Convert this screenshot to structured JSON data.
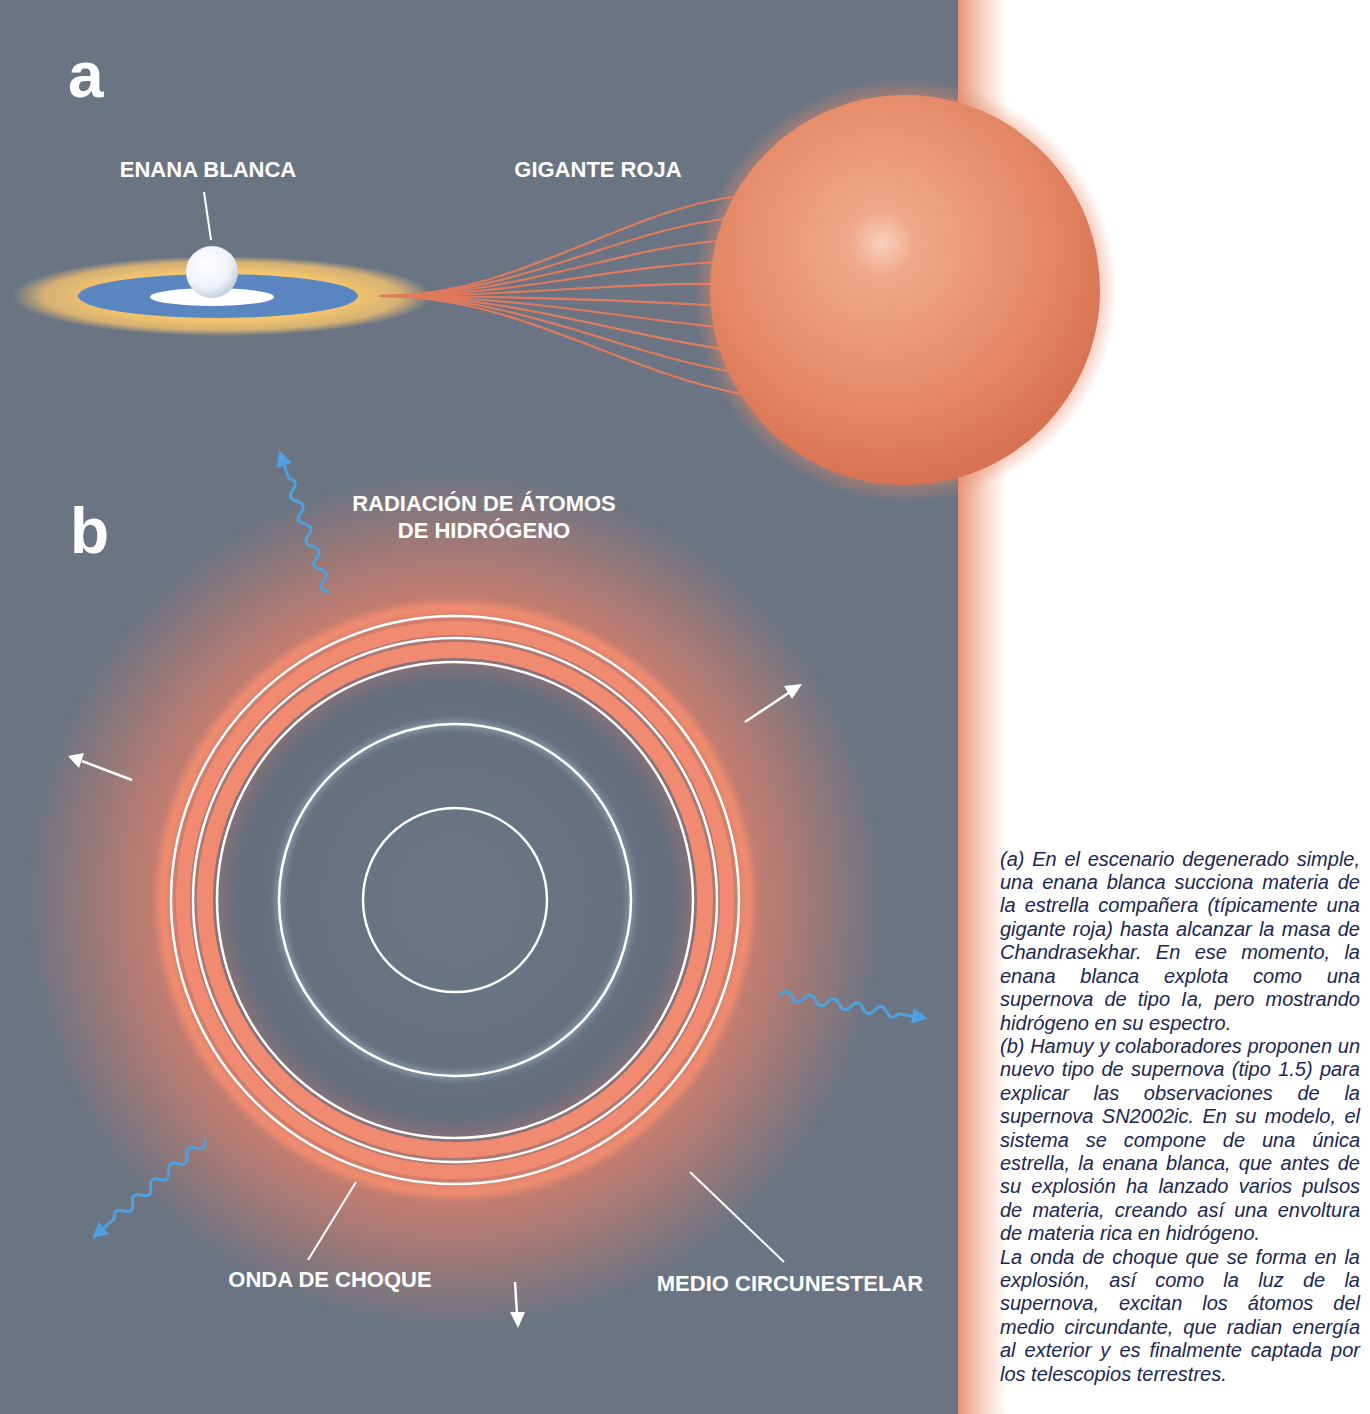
{
  "diagram": {
    "caption": "(a) En el escenario degenerado simple, una enana blanca succiona materia de la estrella compañera (típicamente una gigante roja) hasta alcanzar la masa de Chandrasekhar. En ese momento, la enana blanca explota como una supernova de tipo Ia, pero mostrando hidrógeno en su espectro.",
    "labels": [
      "a",
      "ENANA BLANCA",
      "GIGANTE ROJA",
      "b",
      "RADIACIÓN DE ÁTOMOS DE HIDRÓGENO",
      "ONDA DE CHOQUE",
      "MEDIO CIRCUNESTELAR",
      "(b) Hamuy y colaboradores proponen un nuevo tipo de supernova (tipo 1.5) para explicar las observaciones de la supernova SN2002ic. En su modelo, el sistema se compone de una única estrella, la enana blanca, que antes de su explosión ha lanzado varios pulsos de materia, creando así una envoltura de materia rica en hidrógeno.",
      "La onda de choque que se forma en la explosión, así como la luz de la supernova, excitan los átomos del medio circundante, que radian energía al exterior y es finalmente captada por los telescopios terrestres."
    ]
  }
}
